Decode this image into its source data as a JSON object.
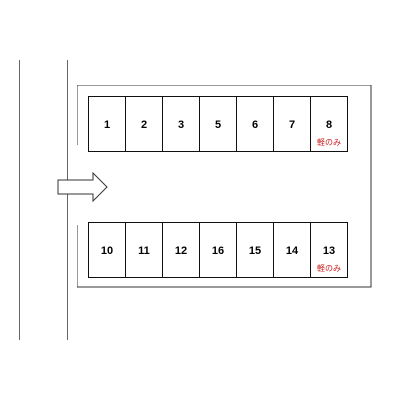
{
  "colors": {
    "line": "#111111",
    "note": "#cc2222"
  },
  "spaces_top": [
    {
      "number": "1",
      "note": ""
    },
    {
      "number": "2",
      "note": ""
    },
    {
      "number": "3",
      "note": ""
    },
    {
      "number": "5",
      "note": ""
    },
    {
      "number": "6",
      "note": ""
    },
    {
      "number": "7",
      "note": ""
    },
    {
      "number": "8",
      "note": "軽のみ"
    }
  ],
  "spaces_bottom": [
    {
      "number": "10",
      "note": ""
    },
    {
      "number": "11",
      "note": ""
    },
    {
      "number": "12",
      "note": ""
    },
    {
      "number": "16",
      "note": ""
    },
    {
      "number": "15",
      "note": ""
    },
    {
      "number": "14",
      "note": ""
    },
    {
      "number": "13",
      "note": "軽のみ"
    }
  ],
  "entrance_icon": "right-arrow-icon"
}
